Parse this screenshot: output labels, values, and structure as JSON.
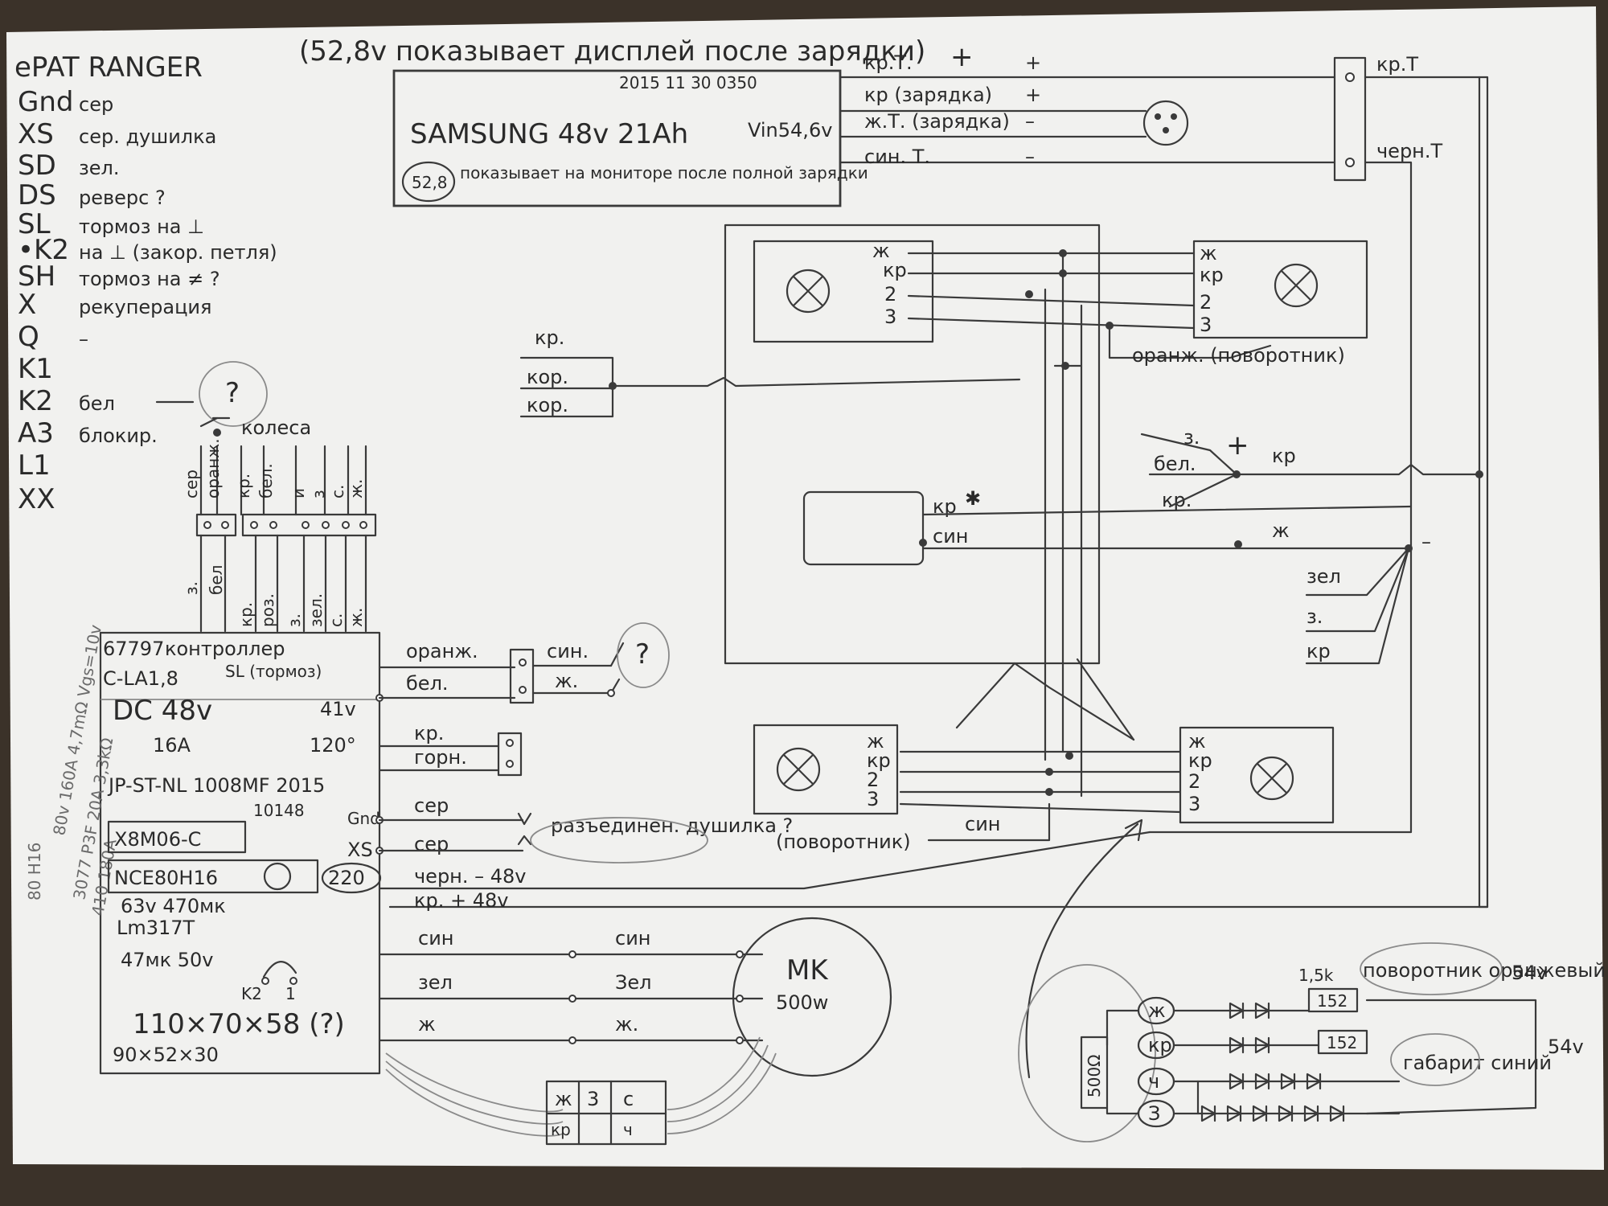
{
  "left_legend": {
    "title": "ePAT RANGER",
    "items": [
      {
        "code": "Gnd",
        "value": "сер"
      },
      {
        "code": "XS",
        "value": "сер. душилка"
      },
      {
        "code": "SD",
        "value": "зел."
      },
      {
        "code": "DS",
        "value": "реверс ?"
      },
      {
        "code": "SL",
        "value": "тормоз на ⊥"
      },
      {
        "code": "•K2",
        "value": "на ⊥ (закор. петля)"
      },
      {
        "code": "SH",
        "value": "тормоз на ≠ ?"
      },
      {
        "code": "X",
        "value": "рекуперация"
      },
      {
        "code": "Q",
        "value": "–"
      },
      {
        "code": "K1",
        "value": ""
      },
      {
        "code": "K2",
        "value": "бел"
      },
      {
        "code": "A3",
        "value": "блокир."
      },
      {
        "code": "L1",
        "value": ""
      },
      {
        "code": "XX",
        "value": ""
      }
    ],
    "question_mark": "?",
    "wheels_label": "колеса"
  },
  "battery": {
    "top_note": "(52,8v показывает дисплей после зарядки)",
    "plus_sign": "+",
    "date": "2015 11 30 0350",
    "model": "SAMSUNG 48v 21Ah",
    "vin": "Vin54,6v",
    "circle_value": "52,8",
    "bottom_note": "показывает на мониторе после полной зарядки",
    "wires": [
      {
        "label": "кр.Т.",
        "sign": "+"
      },
      {
        "label": "кр (зарядка)",
        "sign": "+"
      },
      {
        "label": "ж.Т. (зарядка)",
        "sign": "–"
      },
      {
        "label": "син. Т.",
        "sign": "–"
      }
    ],
    "terminal_top": "кр.Т",
    "terminal_bottom": "черн.Т"
  },
  "connector_labels": [
    "кр.",
    "кор.",
    "кор."
  ],
  "lamps": {
    "top_left_pins": [
      "ж",
      "кр",
      "2",
      "3"
    ],
    "top_right_pins": [
      "ж",
      "кр",
      "2",
      "3"
    ],
    "bottom_left_pins": [
      "ж",
      "кр",
      "2",
      "3"
    ],
    "bottom_right_pins": [
      "ж",
      "кр",
      "2",
      "3"
    ],
    "orange_label": "оранж. (поворотник)",
    "turn_label": "(поворотник)",
    "syn_label": "син"
  },
  "center_box": {
    "kr": "кр",
    "syn": "син",
    "star": "✱"
  },
  "right_side": {
    "top_labels": [
      "з.",
      "бел.",
      "кр."
    ],
    "plus": "+",
    "kr": "кр",
    "zh": "ж",
    "minus": "–",
    "bottom_labels": [
      "зел",
      "з.",
      "кр"
    ]
  },
  "harness": {
    "left_labels": [
      "сер",
      "оранж."
    ],
    "right_labels": [
      "кр.",
      "бел.",
      "и",
      "з",
      "с.",
      "ж."
    ],
    "lower_labels": [
      "з.",
      "бел",
      "кр.",
      "роз.",
      "з.",
      "зел.",
      "с.",
      "ж."
    ]
  },
  "controller": {
    "side_text": [
      "80 H16",
      "80v 160A 4,7mΩ Vgs=10v",
      "3077 P3F 20A 3,3kΩ",
      "410 180A"
    ],
    "title_left": "67797",
    "title_right": "контроллер",
    "model": "C-LA1,8",
    "sl": "SL (тормоз)",
    "dc": "DC 48v",
    "v41": "41v",
    "current": "16A",
    "angle": "120°",
    "part": "JP-ST-NL 1008MF 2015",
    "lot": "10148",
    "gnd": "Gnd",
    "xs": "XS",
    "chip1": "X8M06-C",
    "chip2": "NCE80H16",
    "chip2_value": "220",
    "cap1": "63v 470мк",
    "ic": "Lm317T",
    "cap2": "47мк 50v",
    "k2": "K2",
    "one": "1",
    "size1": "110×70×58 (?)",
    "size2": "90×52×30"
  },
  "controller_wires": {
    "orange": "оранж.",
    "white": "бел.",
    "syn": "син.",
    "zh": "ж.",
    "q": "?",
    "kr": "кр.",
    "gorn": "горн.",
    "ser1": "сер",
    "ser2": "сер",
    "note": "разъединен. душилка ?",
    "minus48": "черн. – 48v",
    "plus48": "кр. + 48v"
  },
  "motor": {
    "label": "MK",
    "power": "500w",
    "wires": [
      {
        "left": "син",
        "right": "син"
      },
      {
        "left": "зел",
        "right": "Зел"
      },
      {
        "left": "ж",
        "right": "ж."
      }
    ]
  },
  "hall_connector": {
    "cells": [
      "ж",
      "3",
      "с",
      "кр",
      "",
      "ч"
    ]
  },
  "led_block": {
    "title": "поворотник оранжевый",
    "v1": "54v",
    "v2": "54v",
    "resistor": "1,5k",
    "r1": "152",
    "r2": "152",
    "r_vert": "500Ω",
    "marker": "габарит синий",
    "pins": [
      "ж",
      "кр",
      "ч",
      "З"
    ]
  }
}
